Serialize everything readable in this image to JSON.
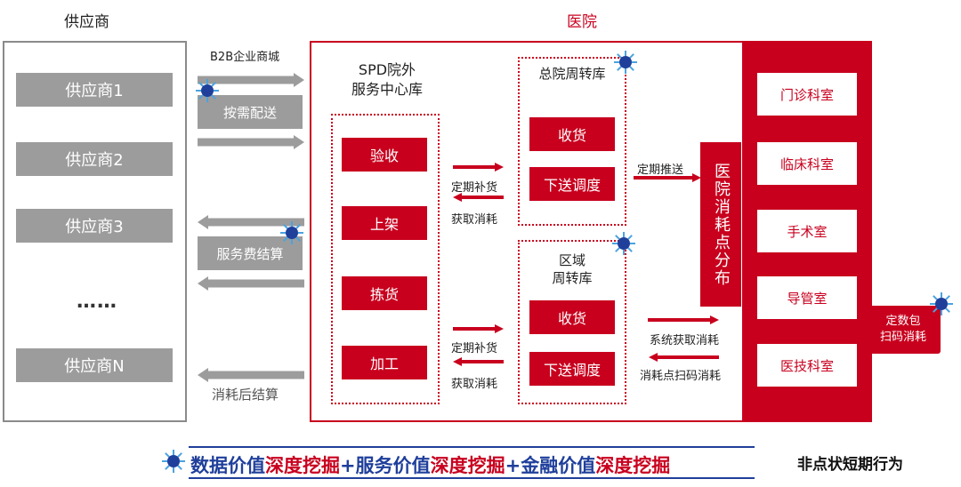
{
  "supplier": {
    "title": "供应商",
    "items": [
      "供应商1",
      "供应商2",
      "供应商3",
      "供应商N"
    ],
    "ellipsis": "……"
  },
  "flows": {
    "b2b": "B2B企业商城",
    "on_demand": "按需配送",
    "service_fee": "服务费结算",
    "post_settle": "消耗后结算"
  },
  "hospital": {
    "title": "医院",
    "spd_title_line1": "SPD院外",
    "spd_title_line2": "服务中心库",
    "spd_items": [
      "验收",
      "上架",
      "拣货",
      "加工"
    ],
    "replenish_1": "定期补货",
    "get_consume_1": "获取消耗",
    "replenish_2": "定期补货",
    "get_consume_2": "获取消耗",
    "main_warehouse": "总院周转库",
    "main_items": [
      "收货",
      "下送调度"
    ],
    "regional_line1": "区域",
    "regional_line2": "周转库",
    "regional_items": [
      "收货",
      "下送调度"
    ],
    "push": "定期推送",
    "consumption_points": "医院消耗点分布",
    "system_get": "系统获取消耗",
    "scan_consume": "消耗点扫码消耗",
    "departments": [
      "门诊科室",
      "临床科室",
      "手术室",
      "导管室",
      "医技科室"
    ],
    "callout_line1": "定数包",
    "callout_line2": "扫码消耗"
  },
  "footer": {
    "p1": "数据价值",
    "p2": "深度挖掘",
    "p3": "+服务价值",
    "p4": "深度挖掘",
    "p5": "+金融价值",
    "p6": "深度挖掘",
    "note": "非点状短期行为"
  },
  "colors": {
    "red": "#c8001e",
    "gray": "#9c9c9c",
    "blue": "#1f3f9b"
  },
  "icons": [
    "starburst-icon"
  ]
}
